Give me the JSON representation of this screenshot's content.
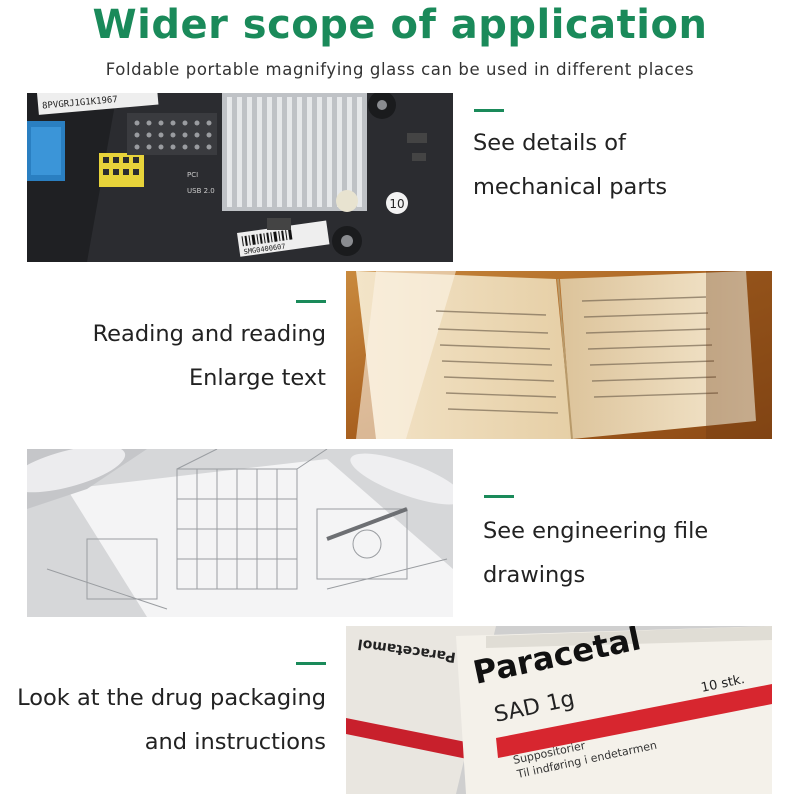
{
  "header": {
    "title": "Wider scope of application",
    "subtitle": "Foldable portable magnifying glass can be used in different places"
  },
  "colors": {
    "accent": "#1a8a5a"
  },
  "sections": [
    {
      "image": "circuit-board-photo",
      "lines": [
        "See details of",
        "mechanical parts"
      ]
    },
    {
      "image": "open-book-photo",
      "lines": [
        "Reading and reading",
        "Enlarge text"
      ]
    },
    {
      "image": "engineering-drawing-photo",
      "lines": [
        "See engineering file",
        "drawings"
      ]
    },
    {
      "image": "drug-packaging-photo",
      "lines": [
        "Look at the drug packaging",
        "and instructions"
      ]
    }
  ],
  "photo_text": {
    "board_label_1": "8PVGRJ1G1K1967",
    "board_label_2": "SMG0400607",
    "usb_label": "USB 2.0",
    "pci_label": "PCI",
    "sticker": "10",
    "drug_name": "Paracetal",
    "drug_dose": "SAD 1g",
    "drug_count": "10 stk.",
    "drug_form": "Suppositorier",
    "drug_instr": "Til indføring i endetarmen",
    "side_text": "Paracetamol"
  }
}
